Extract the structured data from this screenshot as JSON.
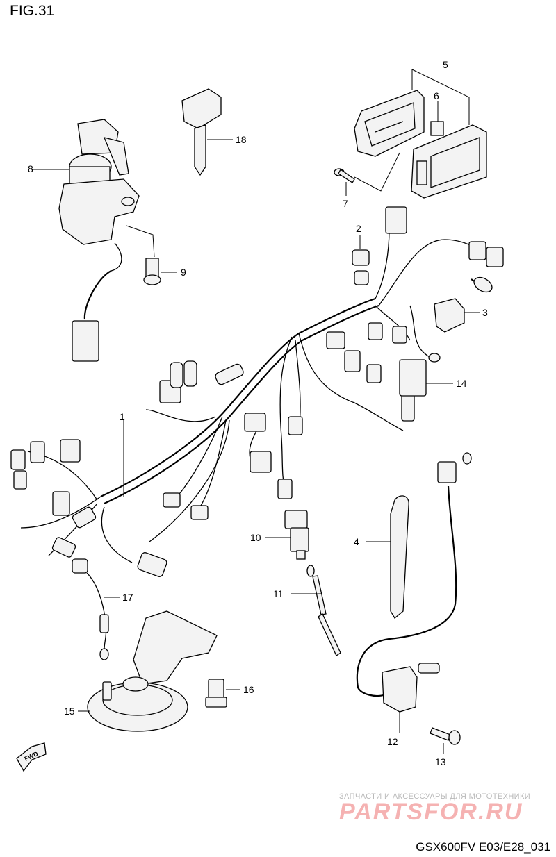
{
  "figure": {
    "title": "FIG.31",
    "code": "GSX600FV E03/E28_031"
  },
  "watermark": {
    "top_text": "ЗАПЧАСТИ И АКСЕССУАРЫ ДЛЯ МОТОТЕХНИКИ",
    "brand": "PARTSFOR.RU"
  },
  "fwd_label": "FWD",
  "callouts": [
    {
      "num": "1"
    },
    {
      "num": "2"
    },
    {
      "num": "3"
    },
    {
      "num": "4"
    },
    {
      "num": "5"
    },
    {
      "num": "6"
    },
    {
      "num": "7"
    },
    {
      "num": "8"
    },
    {
      "num": "9"
    },
    {
      "num": "10"
    },
    {
      "num": "11"
    },
    {
      "num": "12"
    },
    {
      "num": "13"
    },
    {
      "num": "14"
    },
    {
      "num": "15"
    },
    {
      "num": "16"
    },
    {
      "num": "17"
    },
    {
      "num": "18"
    }
  ]
}
